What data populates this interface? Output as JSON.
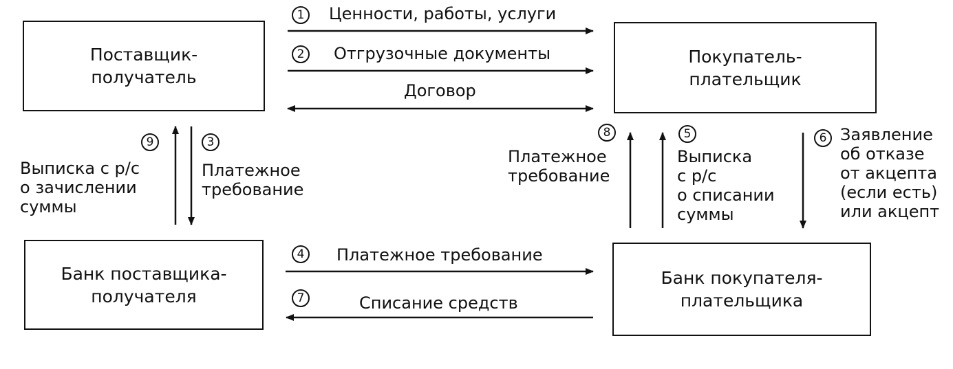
{
  "boxes": {
    "supplier": "Поставщик-\nполучатель",
    "buyer": "Покупатель-\nплательщик",
    "supplier_bank": "Банк поставщика-\nполучателя",
    "buyer_bank": "Банк покупателя-\nплательщика"
  },
  "flows": {
    "f1": {
      "num": "1",
      "label": "Ценности, работы, услуги"
    },
    "f2": {
      "num": "2",
      "label": "Отгрузочные документы"
    },
    "contract": {
      "label": "Договор"
    },
    "f3": {
      "num": "3",
      "label": "Платежное\nтребование"
    },
    "f4": {
      "num": "4",
      "label": "Платежное требование"
    },
    "f5": {
      "num": "5",
      "label": "Выписка\nс р/с\nо списании\nсуммы"
    },
    "f6": {
      "num": "6",
      "label": "Заявление\nоб отказе\nот акцепта\n(если есть)\nили акцепт"
    },
    "f7": {
      "num": "7",
      "label": "Списание средств"
    },
    "f8": {
      "num": "8",
      "label": "Платежное\nтребование"
    },
    "f9": {
      "num": "9",
      "label": "Выписка с р/с\nо зачислении\nсуммы"
    }
  }
}
